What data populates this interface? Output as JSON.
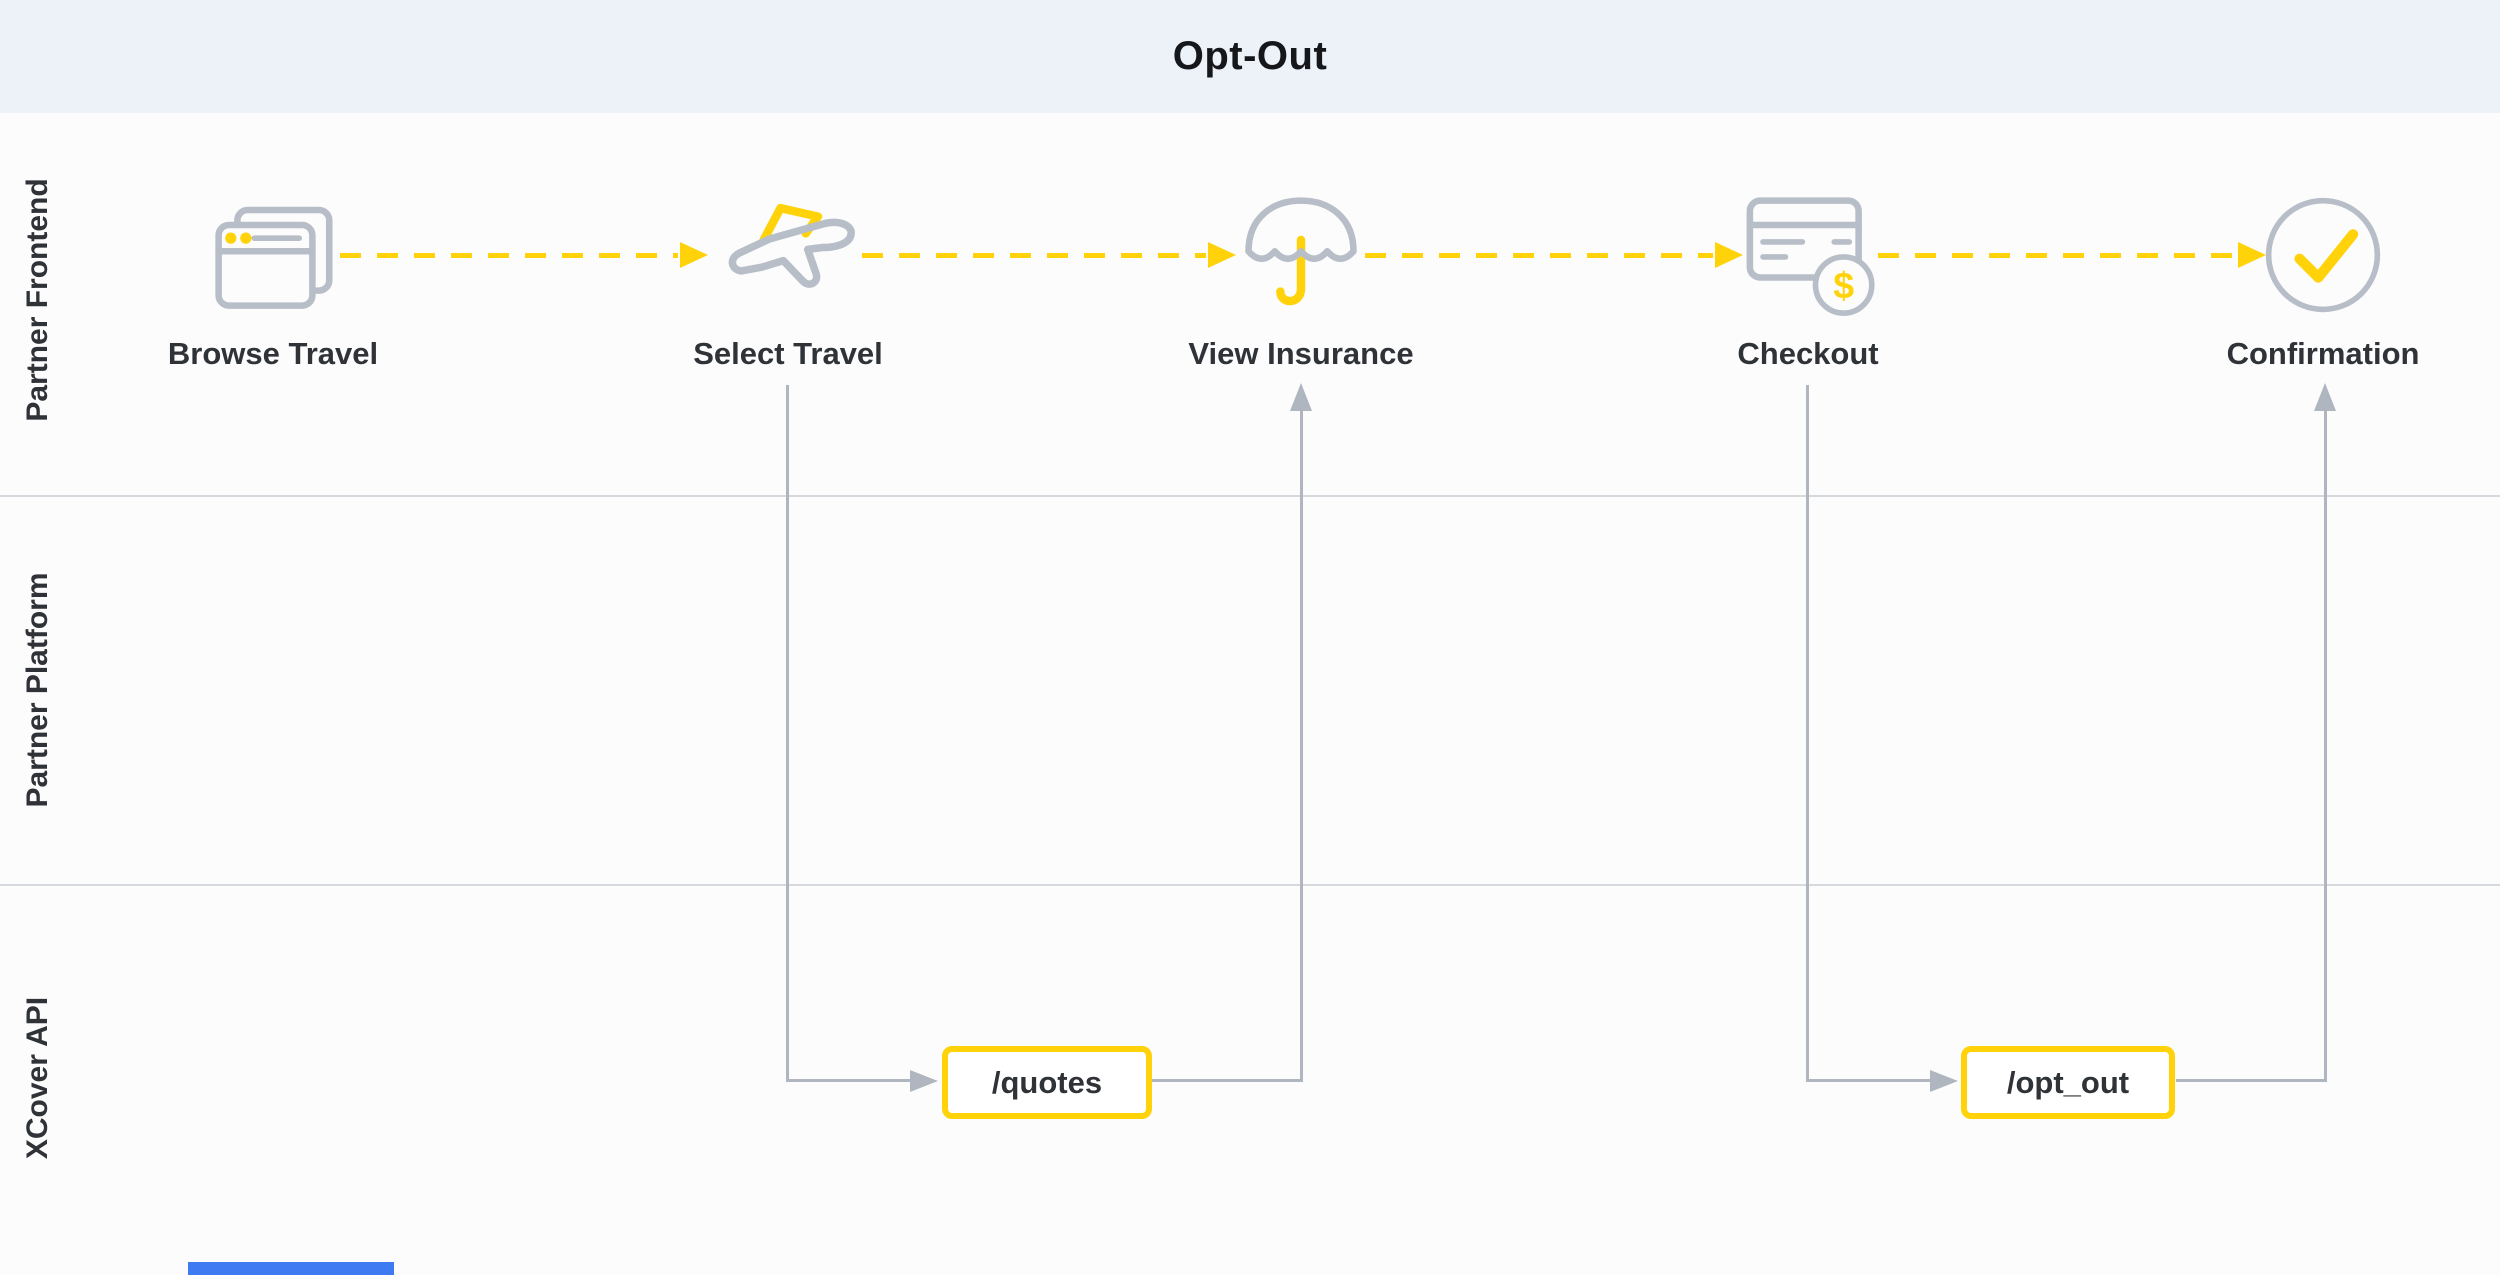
{
  "title": "Opt-Out",
  "lanes": [
    {
      "label": "Partner Frontend"
    },
    {
      "label": "Partner Platform"
    },
    {
      "label": "XCover API"
    }
  ],
  "steps": [
    {
      "label": "Browse Travel",
      "icon": "browser-icon"
    },
    {
      "label": "Select Travel",
      "icon": "plane-icon"
    },
    {
      "label": "View Insurance",
      "icon": "umbrella-icon"
    },
    {
      "label": "Checkout",
      "icon": "credit-card-icon"
    },
    {
      "label": "Confirmation",
      "icon": "check-circle-icon"
    }
  ],
  "api_endpoints": [
    {
      "label": "/quotes"
    },
    {
      "label": "/opt_out"
    }
  ],
  "icons": {
    "dollar_sign": "$"
  },
  "colors": {
    "accent_yellow": "#FFD20A",
    "connector_gray": "#AFB6C0",
    "icon_gray": "#B7BEC8",
    "header_bg": "#EDF1F8",
    "divider": "#D6DADF",
    "text_dark": "#2F3237",
    "scrollbar_blue": "#3E7BF2"
  }
}
